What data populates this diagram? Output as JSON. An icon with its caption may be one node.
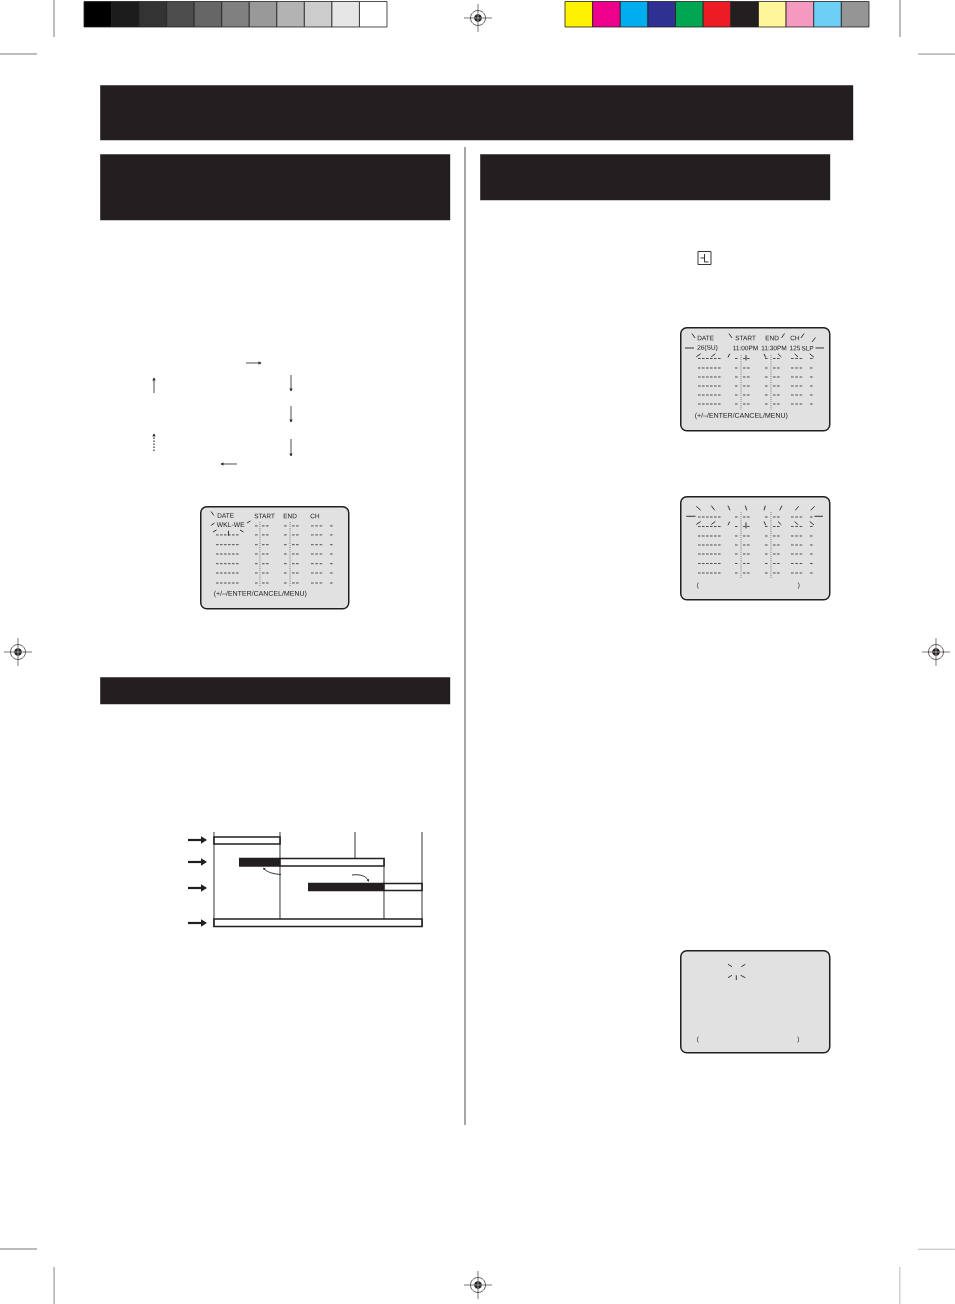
{
  "diagram": {
    "nodes": [
      {
        "text": [],
        "shape": "bar"
      },
      {
        "text": [],
        "shape": "bar"
      },
      {
        "text": [
          "DATE",
          "START",
          "END",
          "CH",
          "WKL-WE",
          "(+/–/ENTER/CANCEL/MENU)"
        ]
      },
      {
        "text": [],
        "shape": "bar"
      },
      {
        "text": [],
        "shape": "bar"
      },
      {
        "text": [
          "DATE",
          "START",
          "END",
          "CH",
          "26(SU)",
          "11:00PM",
          "11:30PM",
          "125",
          "SLP",
          "(+/–/ENTER/CANCEL/MENU)"
        ]
      },
      {
        "text": [
          "(",
          ")"
        ]
      },
      {
        "text": [
          "(",
          ")"
        ]
      }
    ]
  }
}
